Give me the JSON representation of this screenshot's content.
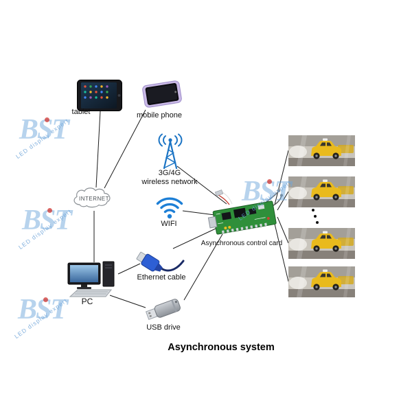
{
  "diagram_title": "Asynchronous system",
  "labels": {
    "tablet": "tablet",
    "mobile_phone": "mobile phone",
    "network_3g4g_line1": "3G/4G",
    "network_3g4g_line2": "wireless network",
    "internet": "INTERNET",
    "wifi": "WIFI",
    "control_card": "Asynchronous control card",
    "ethernet_cable": "Ethernet cable",
    "pc": "PC",
    "usb_drive": "USB drive"
  },
  "watermark": {
    "text": "BST",
    "subtext": "LED display expert"
  },
  "screens": {
    "count": 4,
    "content": "taxi-street-photo"
  },
  "colors": {
    "line": "#1a1a1a",
    "accent_blue": "#1d7fd6",
    "pcb_green": "#2f8f3a",
    "taxi_yellow": "#e9ba1d",
    "watermark_blue": "#70a8dc",
    "watermark_red": "#cd2d28"
  }
}
